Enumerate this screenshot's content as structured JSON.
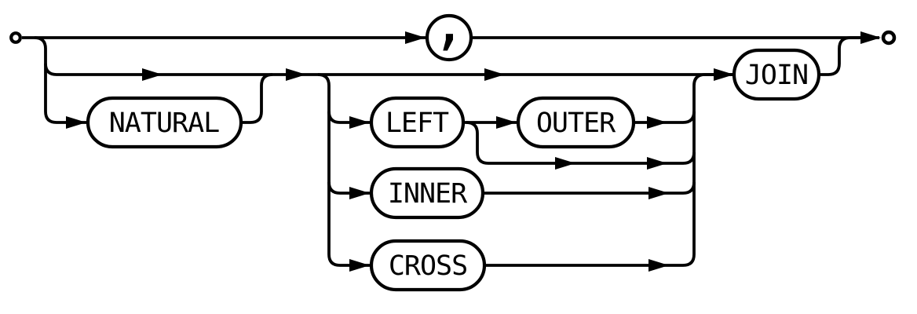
{
  "diagram": {
    "kind": "railroad-syntax-diagram",
    "nodes": {
      "comma": ",",
      "natural": "NATURAL",
      "left": "LEFT",
      "outer": "OUTER",
      "inner": "INNER",
      "cross": "CROSS",
      "join": "JOIN"
    },
    "colors": {
      "line": "#000000",
      "background": "#ffffff",
      "node_fill": "#ffffff"
    }
  }
}
